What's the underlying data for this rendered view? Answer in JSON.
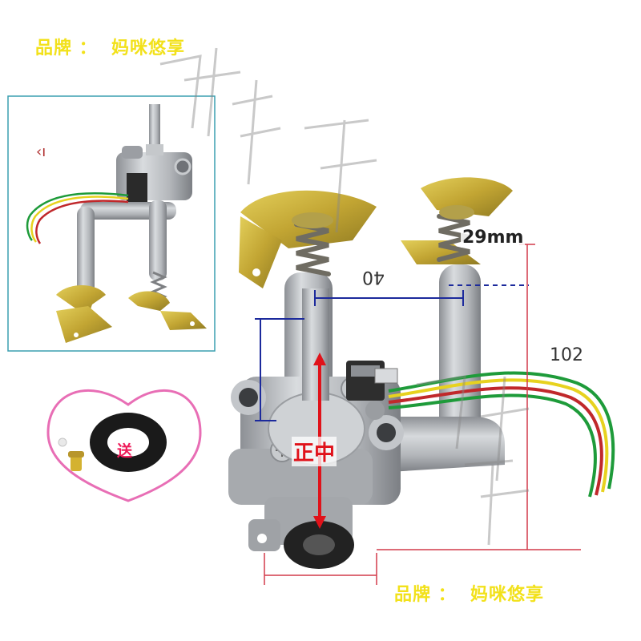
{
  "brand_top": "品牌 ：  妈咪悠享",
  "brand_bottom": "品牌 ：  妈咪悠享",
  "dimensions": {
    "spring_height": "29mm",
    "spacing": "40",
    "height": "102"
  },
  "center_label": "正中",
  "gift_label": "送",
  "colors": {
    "brand_text": "#f2e11a",
    "center_text": "#e0121a",
    "arrow": "#e0121a",
    "dimension_line": "#1c2a9c",
    "frame": "#3a9fb0",
    "heart": "#e455a8",
    "metal": "#b9bcc0",
    "brass": "#c9b032",
    "seal_ring": "#1a1a1a",
    "wire_green": "#1e9b3a",
    "wire_yellow": "#e7d21f",
    "wire_red": "#c0282b"
  }
}
